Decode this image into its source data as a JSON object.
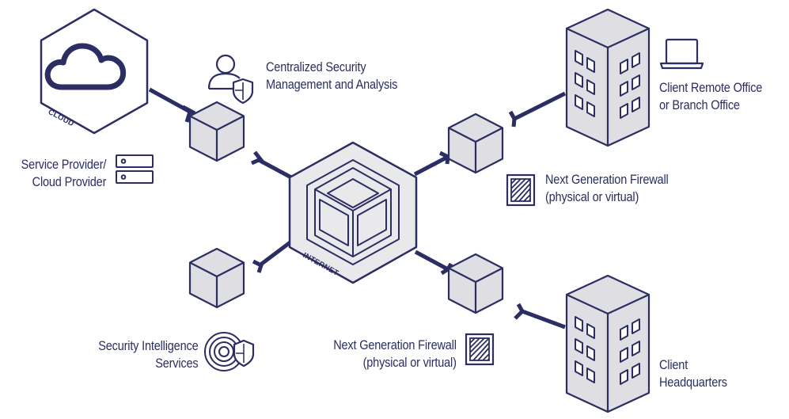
{
  "labels": {
    "cloud_tag": "CLOUD",
    "internet_tag": "INTERNET",
    "centralized": [
      "Centralized Security",
      "Management and Analysis"
    ],
    "provider": [
      "Service Provider/",
      "Cloud Provider"
    ],
    "remote": [
      "Client Remote Office",
      "or Branch Office"
    ],
    "firewall_top": [
      "Next Generation Firewall",
      "(physical or virtual)"
    ],
    "intel": [
      "Security Intelligence",
      "Services"
    ],
    "firewall_bottom": [
      "Next Generation Firewall",
      "(physical or virtual)"
    ],
    "hq": [
      "Client",
      "Headquarters"
    ]
  },
  "colors": {
    "navy": "#2b2d63",
    "cube_fill": "#dedee3",
    "hex_fill": "#e9e9ec"
  },
  "icons": [
    "cloud-icon",
    "user-shield-icon",
    "server-icon",
    "laptop-icon",
    "firewall-icon",
    "target-shield-icon",
    "building-icon",
    "internet-cube-icon"
  ]
}
